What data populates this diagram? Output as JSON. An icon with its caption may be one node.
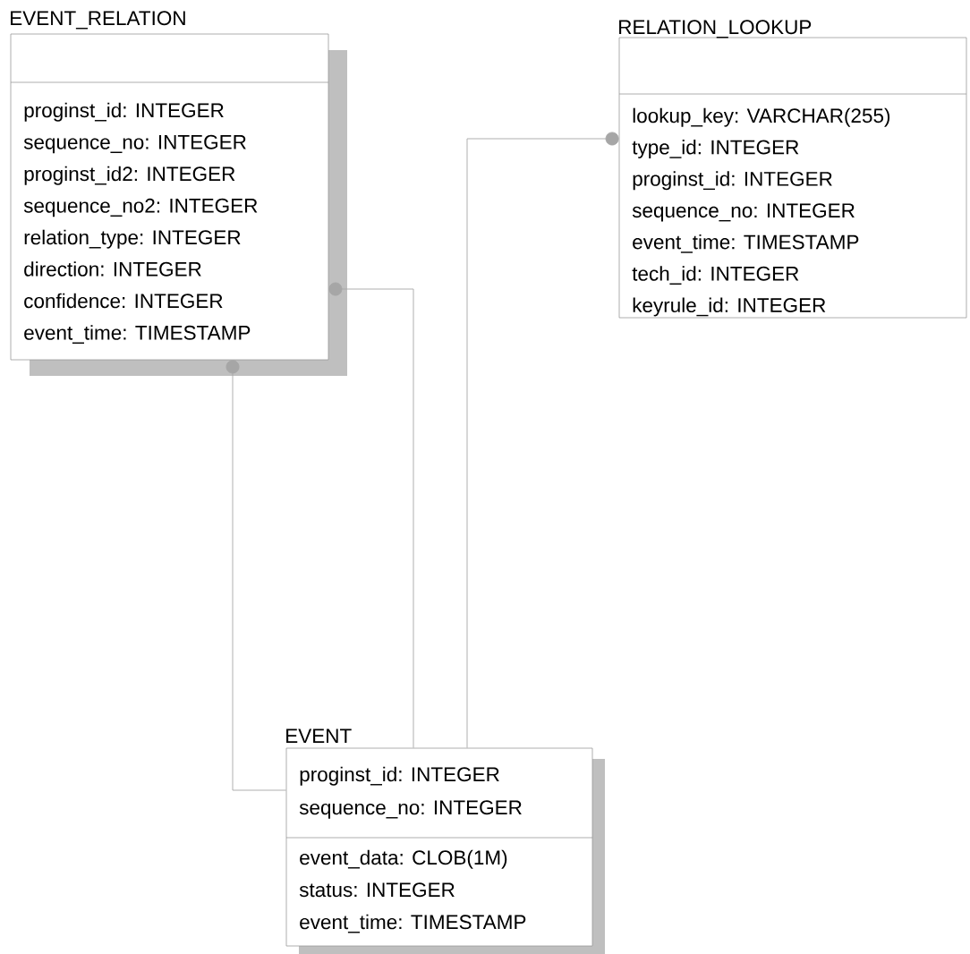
{
  "diagram": {
    "nodes": [
      {
        "text": [
          "EVENT_RELATION",
          "proginst_id: INTEGER",
          "sequence_no: INTEGER",
          "proginst_id2: INTEGER",
          "sequence_no2: INTEGER",
          "relation_type: INTEGER",
          "direction: INTEGER",
          "confidence: INTEGER",
          "event_time: TIMESTAMP"
        ]
      },
      {
        "text": [
          "RELATION_LOOKUP",
          "lookup_key: VARCHAR(255)",
          "type_id: INTEGER",
          "proginst_id: INTEGER",
          "sequence_no: INTEGER",
          "event_time: TIMESTAMP",
          "tech_id: INTEGER",
          "keyrule_id: INTEGER"
        ]
      },
      {
        "text": [
          "EVENT",
          "proginst_id: INTEGER",
          "sequence_no: INTEGER",
          "event_data: CLOB(1M)",
          "status: INTEGER",
          "event_time: TIMESTAMP"
        ]
      }
    ],
    "edges": [
      {
        "from": 2,
        "to": 0,
        "arrow": "other"
      },
      {
        "from": 2,
        "to": 0,
        "arrow": "other"
      },
      {
        "from": 2,
        "to": 1,
        "arrow": "other"
      }
    ]
  }
}
